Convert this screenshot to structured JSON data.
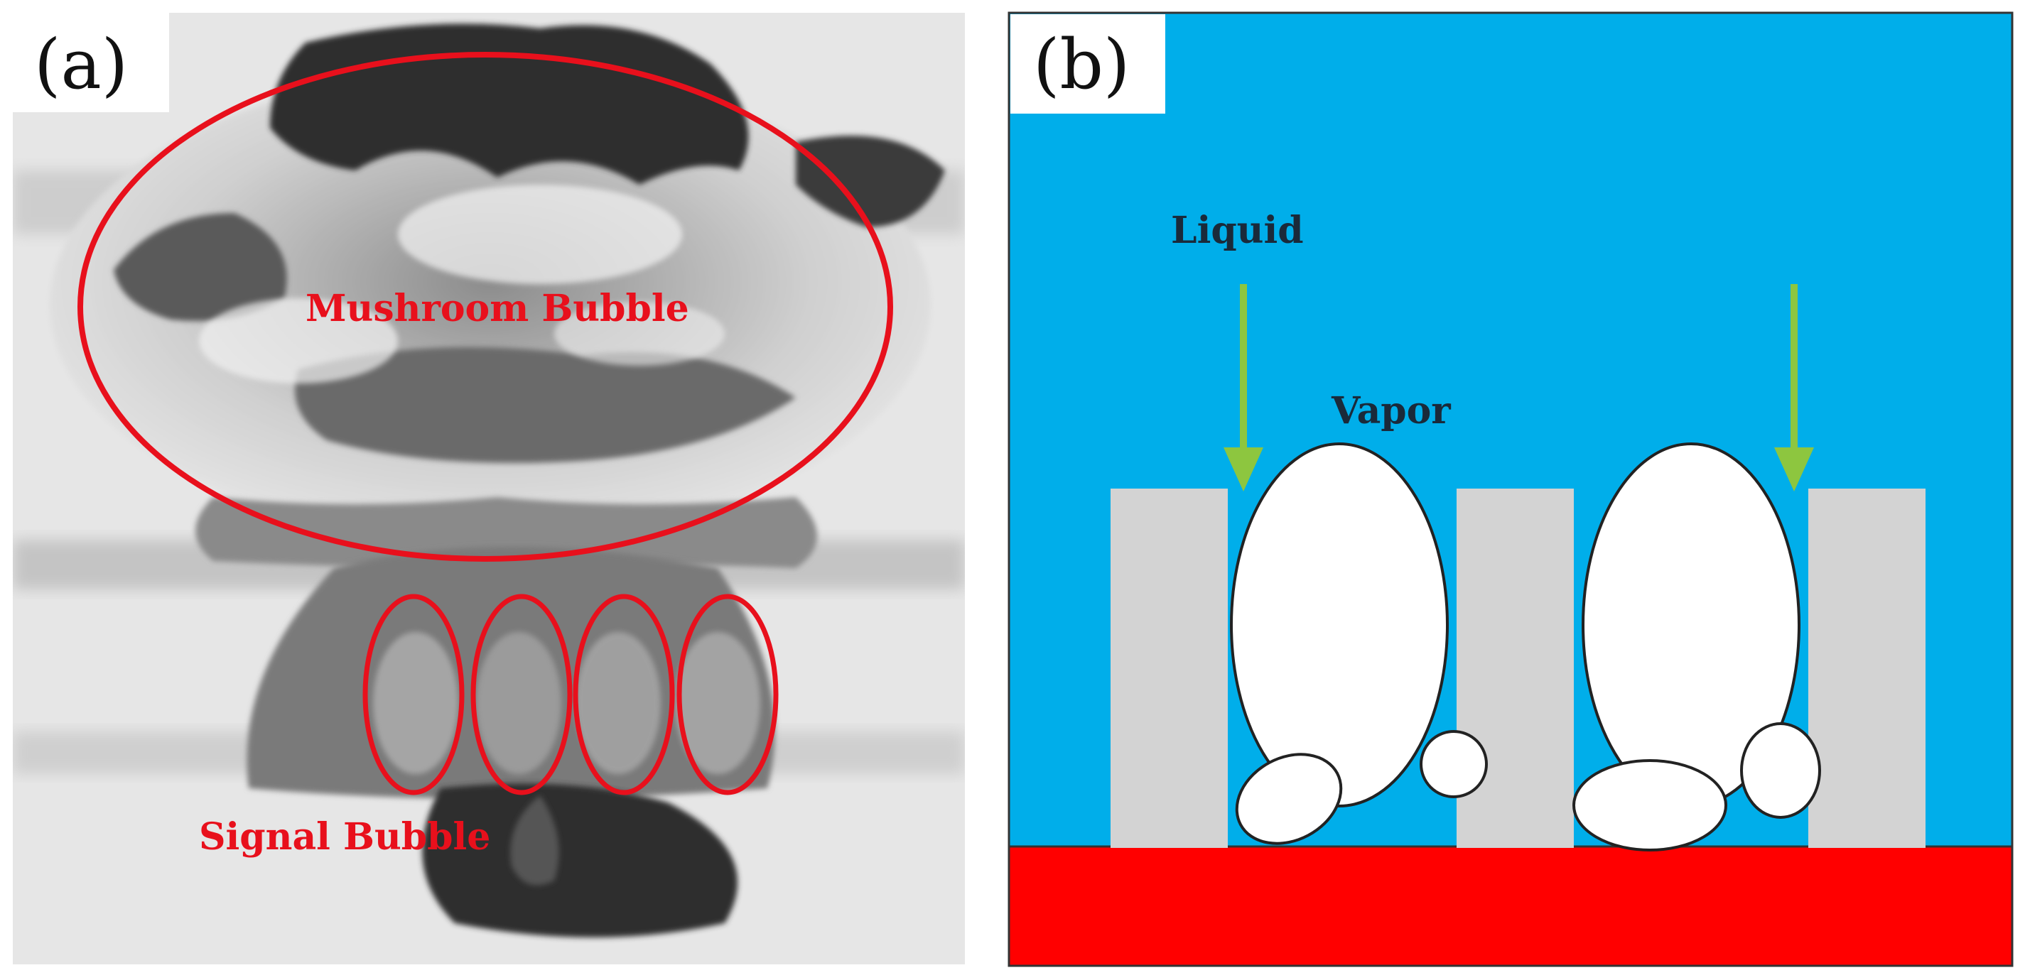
{
  "panel_a": {
    "label": "(a)",
    "mushroom_label": "Mushroom Bubble",
    "signal_label": "Signal Bubble"
  },
  "panel_b": {
    "label": "(b)",
    "liquid_label": "Liquid",
    "vapor_label": "Vapor"
  },
  "colors": {
    "annotation_red": "#e8101c",
    "liquid_blue": "#00aeea",
    "heater_red": "#ff0000",
    "pillar_gray": "#d3d3d3",
    "arrow_green": "#8dc63f",
    "label_dark": "#1a2a3a"
  }
}
